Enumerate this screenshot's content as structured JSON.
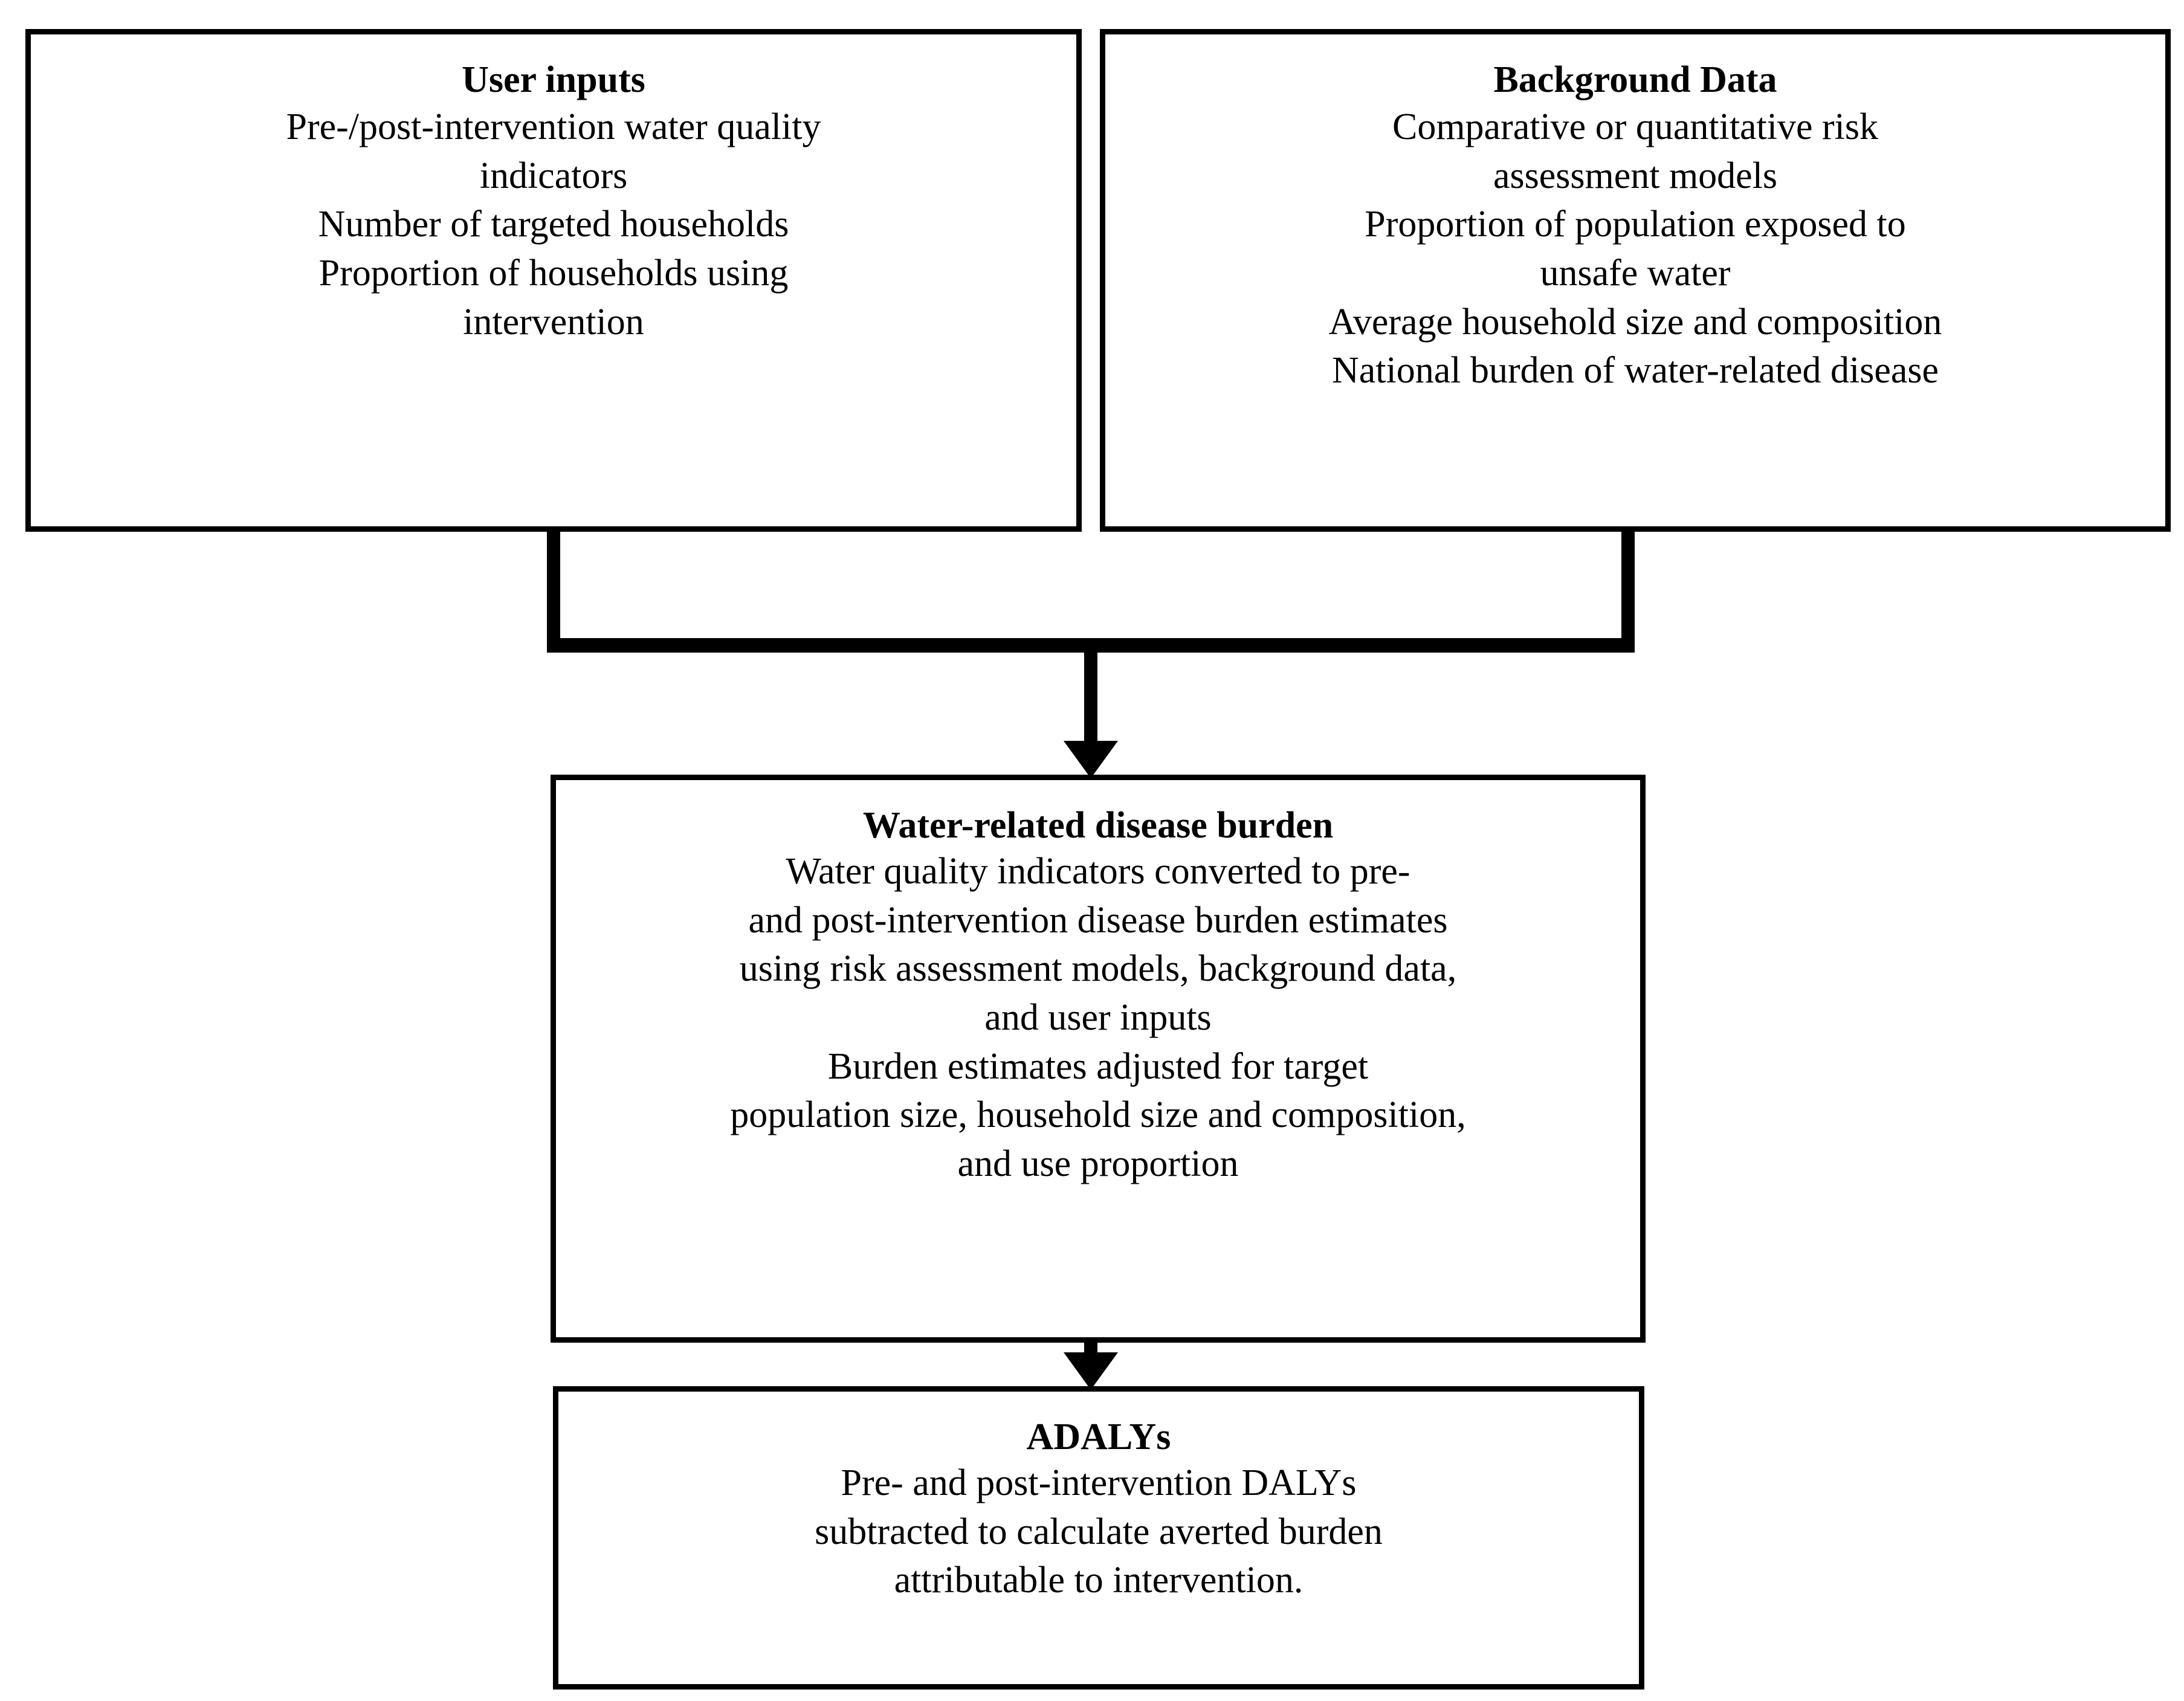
{
  "diagram": {
    "type": "flowchart",
    "orientation": "top-down",
    "background_color": "#ffffff",
    "line_color": "#000000",
    "nodes": [
      {
        "id": "user-inputs",
        "title": "User inputs",
        "lines": [
          "Pre-/post-intervention water quality",
          "indicators",
          "Number of targeted households",
          "Proportion of households using",
          "intervention"
        ]
      },
      {
        "id": "background-data",
        "title": "Background Data",
        "lines": [
          "Comparative or quantitative risk",
          "assessment models",
          "Proportion of population exposed to",
          "unsafe water",
          "Average household size and composition",
          "National burden of water-related disease"
        ]
      },
      {
        "id": "disease-burden",
        "title": "Water-related disease burden",
        "lines": [
          "Water quality indicators converted to pre-",
          "and post-intervention disease burden estimates",
          "using risk assessment models, background data,",
          "and user inputs",
          "Burden estimates adjusted for target",
          "population size, household size and composition,",
          "and use proportion"
        ]
      },
      {
        "id": "adalys",
        "title": "ADALYs",
        "lines": [
          "Pre- and post-intervention DALYs",
          "subtracted to calculate averted burden",
          "attributable to intervention."
        ]
      }
    ],
    "edges": [
      {
        "id": "edge-inputs-to-burden",
        "from": "user-inputs",
        "to": "disease-burden",
        "style": "elbow-merge-arrow"
      },
      {
        "id": "edge-background-to-burden",
        "from": "background-data",
        "to": "disease-burden",
        "style": "elbow-merge-arrow"
      },
      {
        "id": "edge-burden-to-adalys",
        "from": "disease-burden",
        "to": "adalys",
        "style": "straight-arrow"
      }
    ]
  }
}
